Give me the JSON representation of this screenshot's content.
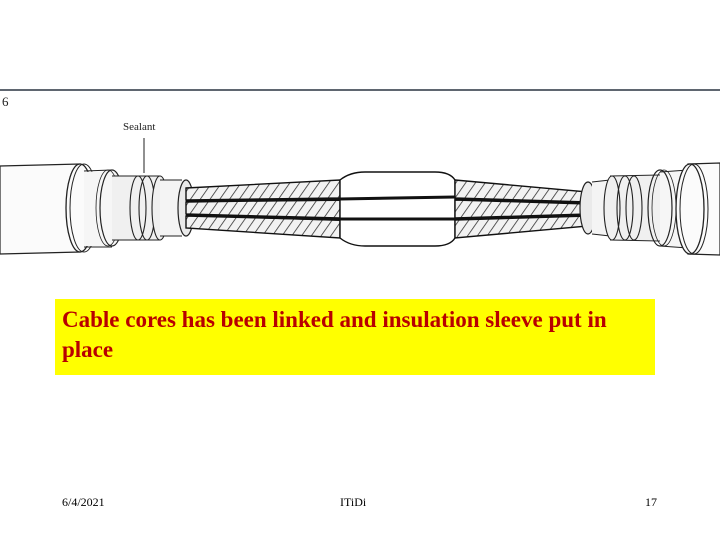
{
  "slide": {
    "figure": {
      "number": "6",
      "callout_label": "Sealant",
      "description": "Cable joint illustration: three stranded cable cores linked with an insulation sleeve in the middle, sheath layers on both ends"
    },
    "caption": {
      "text": "Cable cores has been linked and insulation sleeve put in place",
      "background_color": "#ffff00",
      "text_color": "#b80000"
    },
    "footer": {
      "date": "6/4/2021",
      "organization": "ITiDi",
      "page_number": "17"
    }
  }
}
